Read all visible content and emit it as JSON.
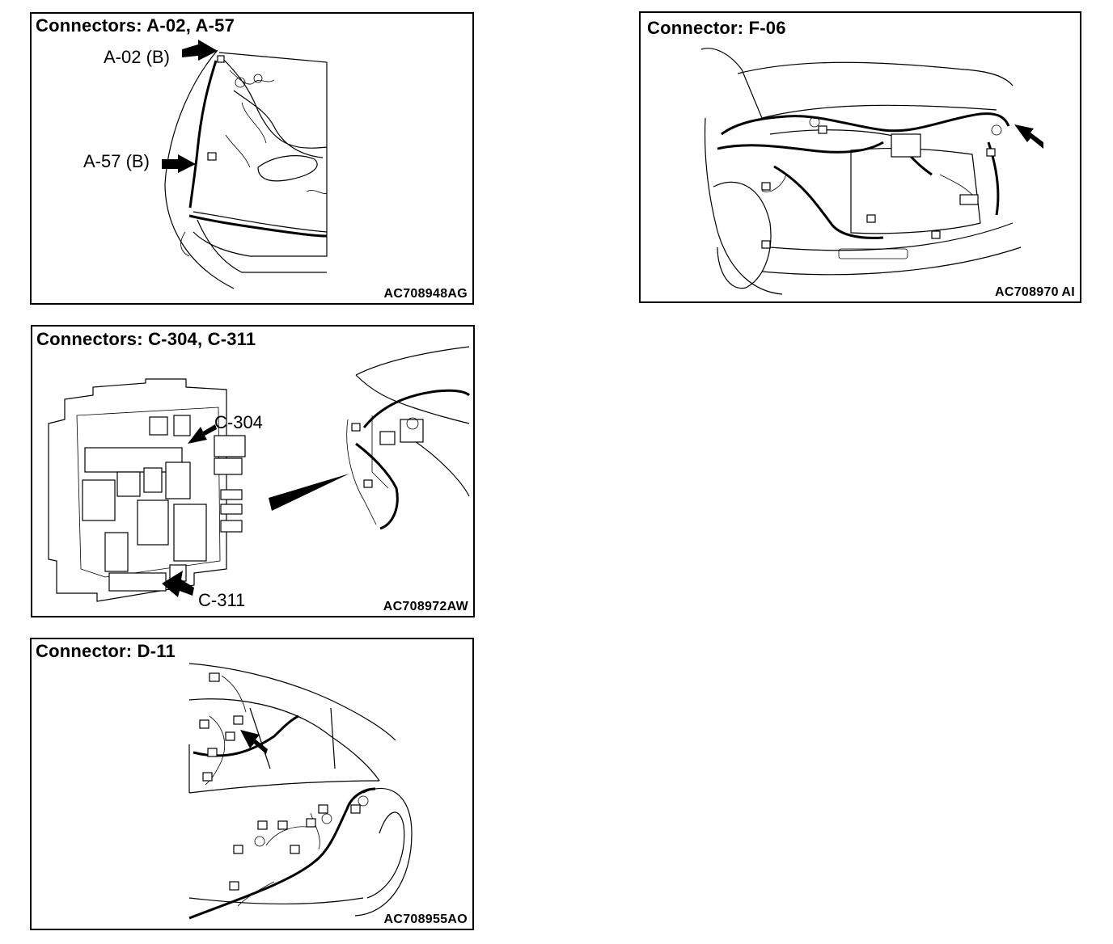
{
  "panels": {
    "a": {
      "title": "Connectors: A-02, A-57",
      "callouts": [
        "A-02 (B)",
        "A-57 (B)"
      ],
      "code": "AC708948AG"
    },
    "f": {
      "title": "Connector: F-06",
      "code": "AC708970 AI"
    },
    "c": {
      "title": "Connectors: C-304, C-311",
      "callouts": [
        "C-304",
        "C-311"
      ],
      "code": "AC708972AW"
    },
    "d": {
      "title": "Connector: D-11",
      "code": "AC708955AO"
    }
  }
}
